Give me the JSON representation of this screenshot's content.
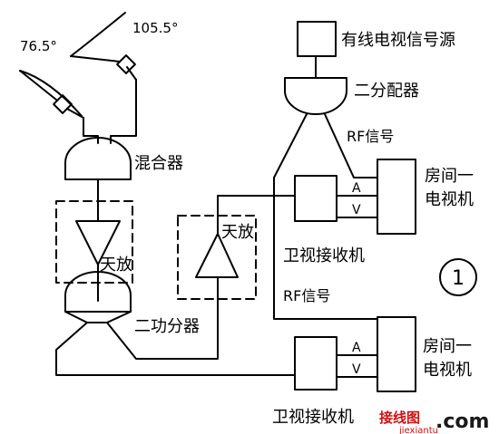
{
  "labels": {
    "angle_left": "76.5°",
    "angle_right": "105.5°",
    "mixer": "混合器",
    "amp_left": "天放",
    "amp_right": "天放",
    "splitter2": "二功分器",
    "cable_source": "有线电视信号源",
    "divider": "二分配器",
    "rf_top": "RF信号",
    "rf_bottom": "RF信号",
    "room_tv_top_line1": "房间一",
    "room_tv_top_line2": "电视机",
    "room_tv_bottom_line1": "房间一",
    "room_tv_bottom_line2": "电视机",
    "sat_receiver_top": "卫视接收机",
    "sat_receiver_bottom": "卫视接收机",
    "a_top": "A",
    "v_top": "V",
    "a_bottom": "A",
    "v_bottom": "V",
    "circle_number": "1"
  },
  "watermark": {
    "cn": "接线图",
    "dotcom": ".com",
    "url": "jiexiantu",
    "colors": {
      "cn": "#d01010",
      "dotcom": "#1a1a1a",
      "url": "#d01010"
    }
  }
}
